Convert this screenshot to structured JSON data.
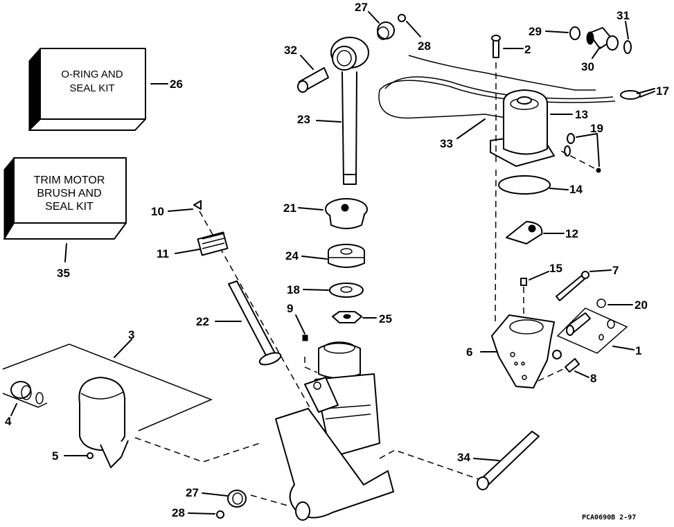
{
  "diagram": {
    "type": "exploded-parts-diagram",
    "subject": "Power trim/tilt unit",
    "kits": [
      {
        "number": "26",
        "lines": [
          "O-RING AND",
          "SEAL KIT"
        ]
      },
      {
        "number": "35",
        "lines": [
          "TRIM MOTOR",
          "BRUSH AND",
          "SEAL KIT"
        ]
      }
    ],
    "callouts": {
      "c1": "1",
      "c2": "2",
      "c3": "3",
      "c4": "4",
      "c5": "5",
      "c6": "6",
      "c7": "7",
      "c8": "8",
      "c9": "9",
      "c10": "10",
      "c11": "11",
      "c12": "12",
      "c13": "13",
      "c14": "14",
      "c15": "15",
      "c17": "17",
      "c18": "18",
      "c19": "19",
      "c20": "20",
      "c21": "21",
      "c22": "22",
      "c23": "23",
      "c24": "24",
      "c25": "25",
      "c26": "26",
      "c27a": "27",
      "c27b": "27",
      "c28a": "28",
      "c28b": "28",
      "c29": "29",
      "c30": "30",
      "c31": "31",
      "c32": "32",
      "c33": "33",
      "c34": "34",
      "c35": "35"
    },
    "drawing_code": "PCA0690B  2-97"
  }
}
